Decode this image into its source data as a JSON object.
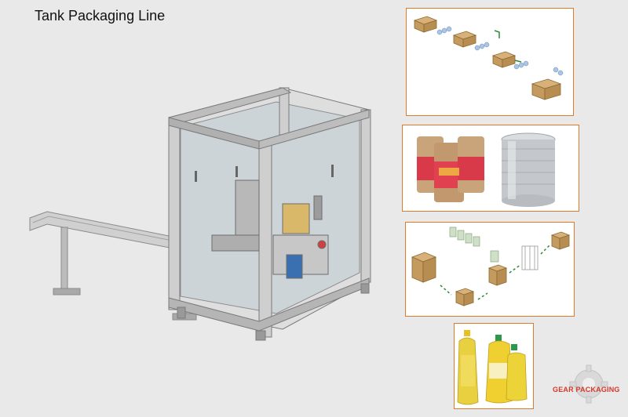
{
  "page": {
    "title": "Tank Packaging Line"
  },
  "logo": {
    "text": "GEAR PACKAGING",
    "icon": "gear-icon",
    "color": "#d23a2a"
  },
  "panels": {
    "border_color": "#e07a2a",
    "items": [
      {
        "subject": "case-packing-process-icon"
      },
      {
        "subject": "canned-food-jars-and-tin-can-photo"
      },
      {
        "subject": "box-packing-flow-icon"
      },
      {
        "subject": "oil-bottles-photo"
      }
    ]
  }
}
